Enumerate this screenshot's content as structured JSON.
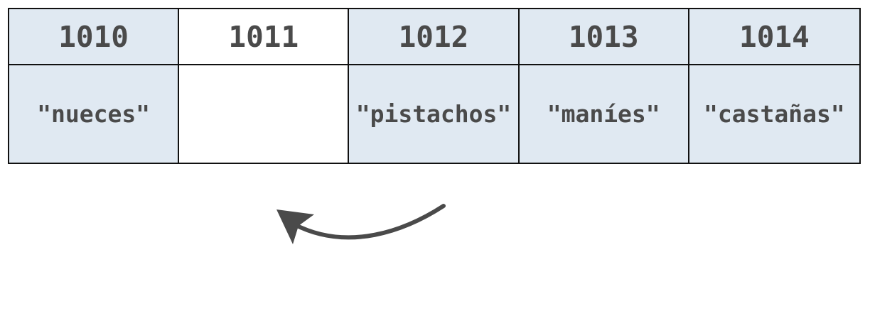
{
  "memory": {
    "addresses": [
      "1010",
      "1011",
      "1012",
      "1013",
      "1014"
    ],
    "values": [
      "\"nueces\"",
      "",
      "\"pistachos\"",
      "\"maníes\"",
      "\"castañas\""
    ]
  },
  "colors": {
    "filled_cell": "#e0e9f2",
    "empty_cell": "#ffffff",
    "text": "#4a4a4a",
    "border": "#111111",
    "arrow": "#4a4a4a"
  },
  "arrow": {
    "icon": "curved-arrow-left-icon",
    "from_address": "1012",
    "to_address": "1011"
  }
}
